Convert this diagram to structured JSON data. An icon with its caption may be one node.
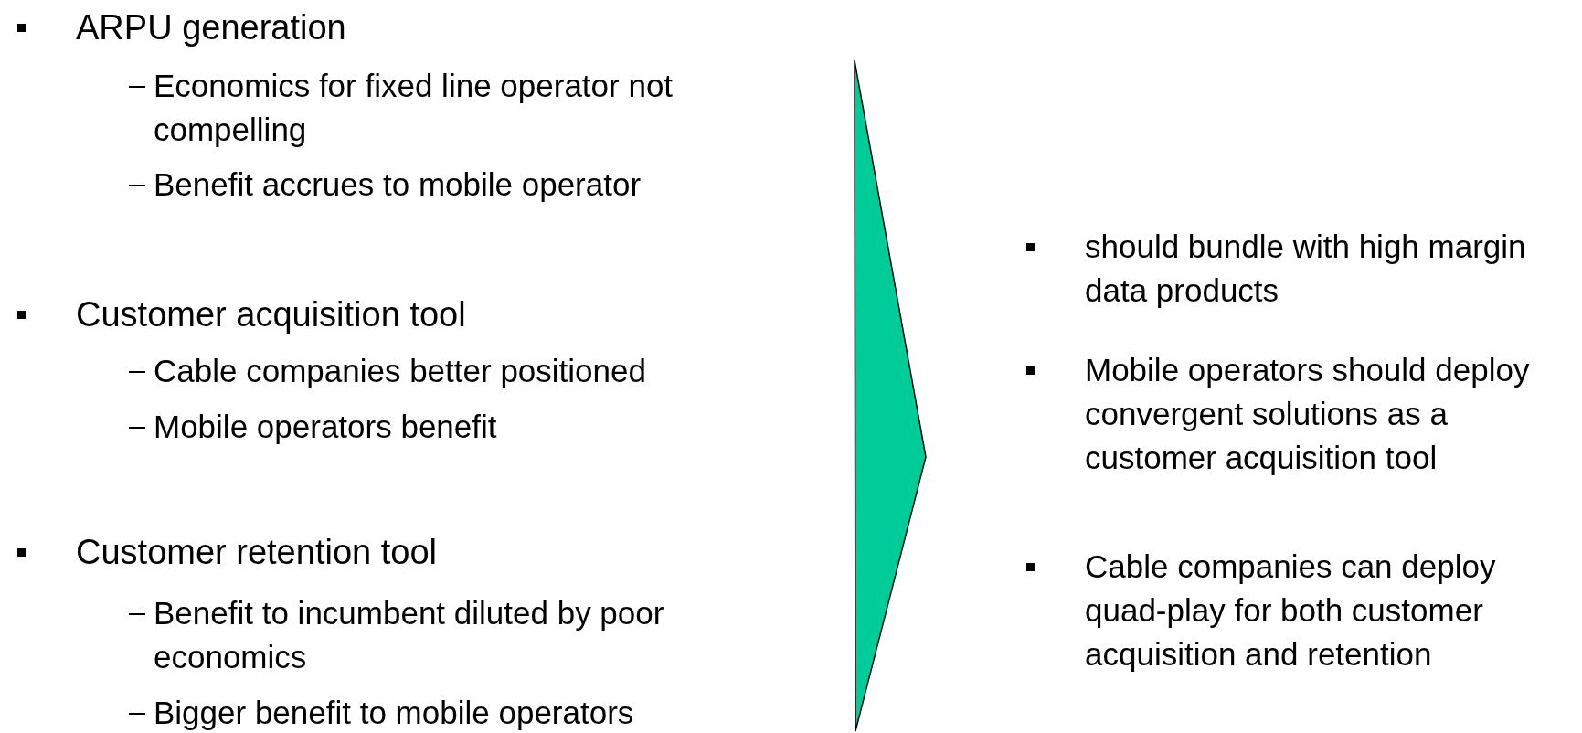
{
  "diagram": {
    "labels": [
      "ARPU generation",
      "Economics for fixed line operator not compelling",
      "Benefit accrues to mobile operator",
      "Customer acquisition tool",
      "Cable companies better positioned",
      "Mobile operators benefit",
      "Customer retention tool",
      "Benefit to incumbent diluted by poor economics",
      "Bigger benefit to mobile operators",
      "should bundle with high margin data products",
      "Mobile operators should deploy convergent solutions as a customer acquisition tool",
      "Cable companies can deploy quad-play for both customer acquisition and retention"
    ]
  }
}
